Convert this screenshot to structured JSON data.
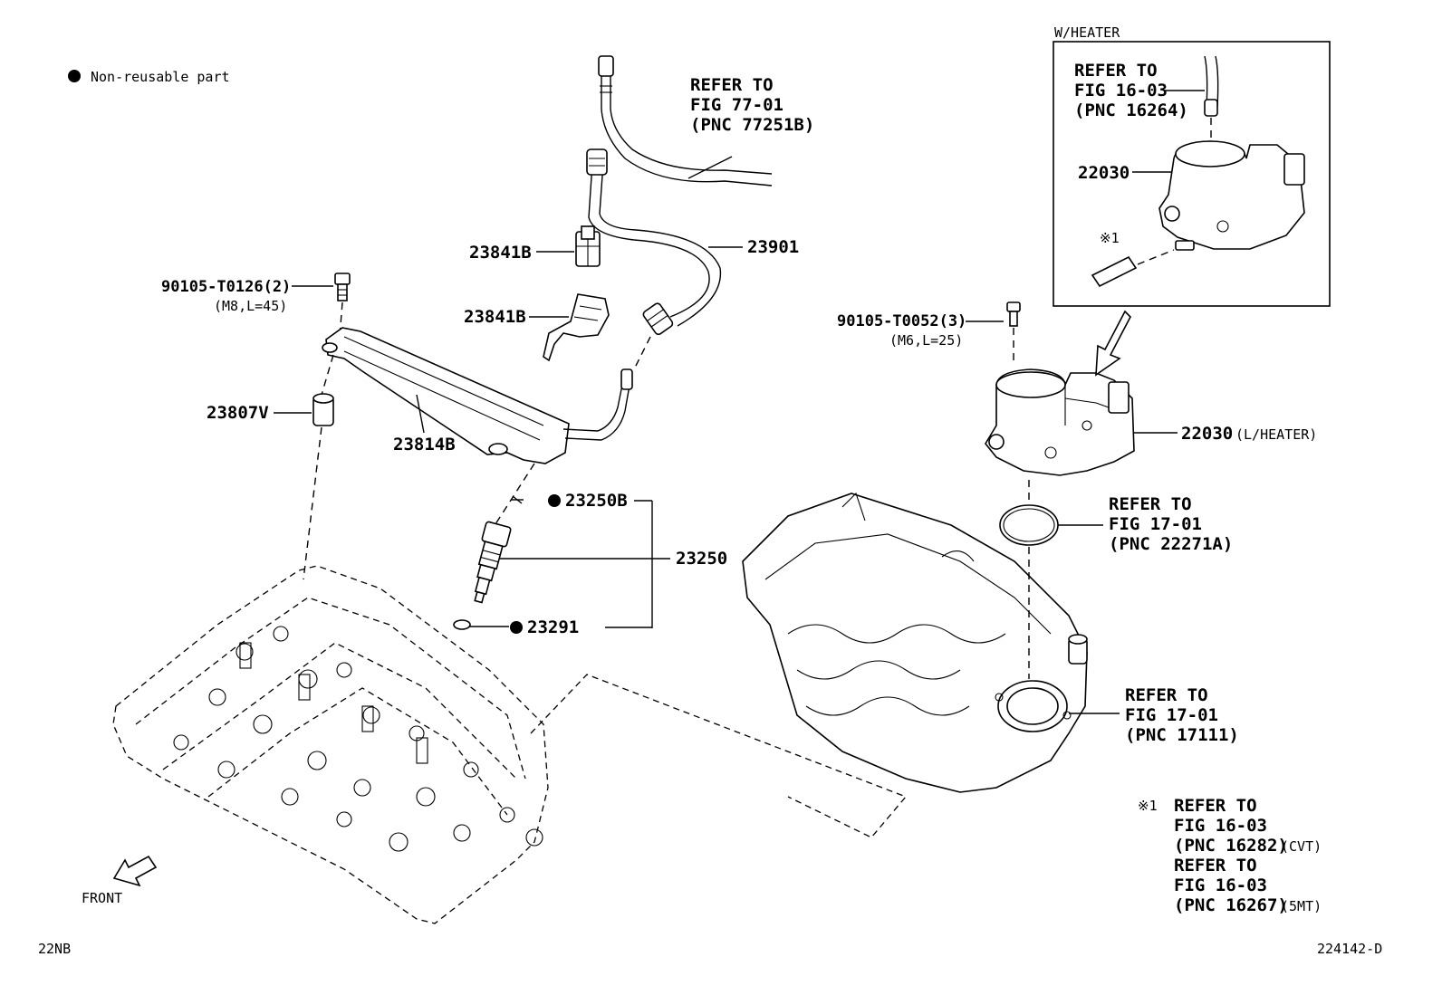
{
  "legend": {
    "text": "Non-reusable part",
    "marker": "black-dot"
  },
  "labels": {
    "l90105a": "90105-T0126(2)",
    "l90105a_sub": "(M8,L=45)",
    "l23807v": "23807V",
    "l23814b": "23814B",
    "l23841b_1": "23841B",
    "l23841b_2": "23841B",
    "l23901": "23901",
    "l23250b": "23250B",
    "l23250": "23250",
    "l23291": "23291",
    "l90105b": "90105-T0052(3)",
    "l90105b_sub": "(M6,L=25)",
    "l22030_h": "22030",
    "l22030_l": "22030",
    "l22030_l_sub": "(L/HEATER)",
    "note_mark": "※1",
    "front": "FRONT",
    "code_left": "22NB",
    "code_right": "224142-D",
    "heater_box": "W/HEATER"
  },
  "refs": {
    "r77": [
      "REFER TO",
      "FIG 77-01",
      "(PNC 77251B)"
    ],
    "r16_264": [
      "REFER TO",
      "FIG 16-03",
      "(PNC 16264)"
    ],
    "r17_222": [
      "REFER TO",
      "FIG 17-01",
      "(PNC 22271A)"
    ],
    "r17_171": [
      "REFER TO",
      "FIG 17-01",
      "(PNC 17111)"
    ]
  },
  "note": {
    "l1": "REFER TO",
    "l2": "FIG 16-03",
    "l3": "(PNC 16282)",
    "l3_sub": "(CVT)",
    "l4": "REFER TO",
    "l5": "FIG 16-03",
    "l6": "(PNC 16267)",
    "l6_sub": "(5MT)"
  }
}
